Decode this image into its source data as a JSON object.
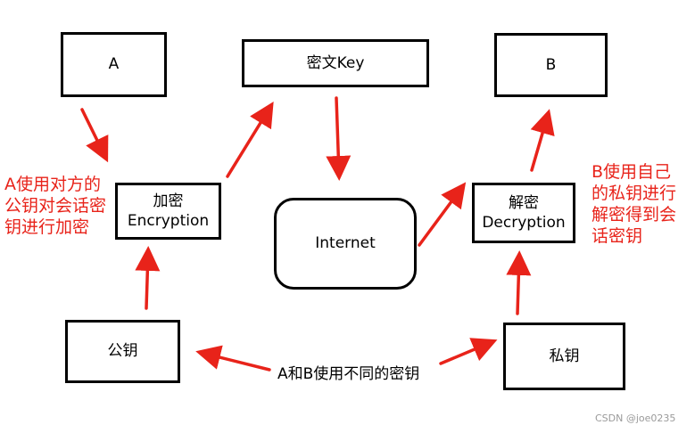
{
  "nodes": {
    "a": "A",
    "cipher_key": "密文Key",
    "b": "B",
    "encrypt_cn": "加密",
    "encrypt_en": "Encryption",
    "internet": "Internet",
    "decrypt_cn": "解密",
    "decrypt_en": "Decryption",
    "public_key": "公钥",
    "private_key": "私钥"
  },
  "notes": {
    "left": "A使用对方的\n公钥对会话密\n钥进行加密",
    "right": "B使用自己\n的私钥进行\n解密得到会\n话密钥"
  },
  "bottom_label": "A和B使用不同的密钥",
  "watermark": "CSDN @joe0235",
  "colors": {
    "arrow": "#e8231a",
    "note_text": "#e8231a",
    "box_border": "#000000"
  }
}
